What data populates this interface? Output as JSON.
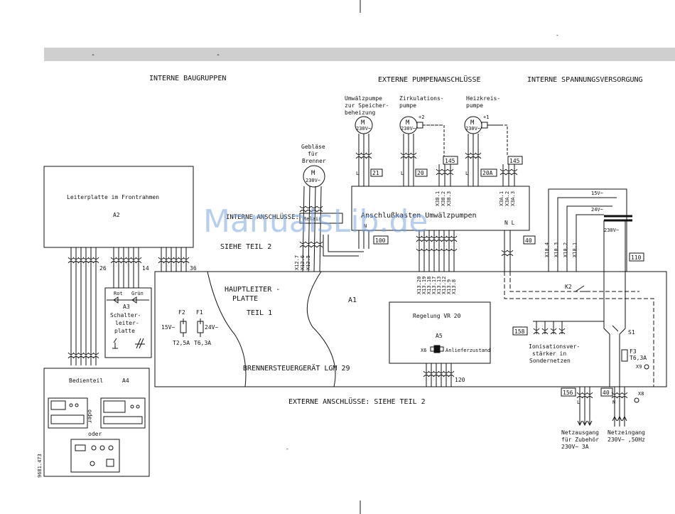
{
  "header_marks": [
    "-",
    "-"
  ],
  "top_marks": [
    "-"
  ],
  "sections": {
    "internal_groups": "INTERNE BAUGRUPPEN",
    "external_pumps": "EXTERNE PUMPENANSCHLÜSSE",
    "internal_power": "INTERNE SPANNUNGSVERSORGUNG",
    "external_connections": "EXTERNE ANSCHLÜSSE:  SIEHE TEIL 2",
    "internal_connections": "INTERNE ANSCHLÜSSE:",
    "see_part2": "SIEHE TEIL 2"
  },
  "boards": {
    "a2_title": "Leiterplatte im Frontrahmen",
    "a2_id": "A2",
    "a1_id": "A1",
    "main_board": [
      "HAUPTLEITER -",
      "PLATTE"
    ],
    "part1": "TEIL 1",
    "burner_controller": "BRENNERSTEUERGERÄT  LGM 29",
    "a3_id": "A3",
    "a3_leds": [
      "Rot",
      "Grün"
    ],
    "a3_label": [
      "Schalter-",
      "leiter-",
      "platte"
    ],
    "a4_title": "Bedienteil",
    "a4_id": "A4",
    "oder": "oder",
    "vr20_title": "Regelung VR 20",
    "a5_id": "A5",
    "x6_label": "X6",
    "x6_note": "Anlieferzustand",
    "pumpbox_title": "Anschlußkasten Umwälzpumpen",
    "relais": "Relais"
  },
  "pumps": [
    {
      "label": [
        "Umwälzpumpe",
        "zur Speicher-",
        "beheizung"
      ],
      "voltage": "230V~",
      "symbol": "M",
      "terminal": "21",
      "plus": ""
    },
    {
      "label": [
        "Zirkulations-",
        "pumpe"
      ],
      "voltage": "230V~",
      "symbol": "M",
      "terminal": "20",
      "plus": "+2"
    },
    {
      "label": [
        "Heizkreis-",
        "pumpe"
      ],
      "voltage": "230V~",
      "symbol": "M",
      "terminal": "20A",
      "plus": "+1"
    }
  ],
  "blower": {
    "label": [
      "Gebläse",
      "für",
      "Brenner"
    ],
    "voltage": "230V~",
    "symbol": "M"
  },
  "terminals": {
    "t145a": "145",
    "t145b": "145",
    "t100": "100",
    "t40a": "40",
    "t110": "110",
    "t158": "158",
    "t156": "156",
    "t40b": "40",
    "n26": "26",
    "n14": "14",
    "n36": "36",
    "n120": "120",
    "le": "L",
    "n": "N",
    "nl": "N L"
  },
  "connectors": {
    "x38": [
      "X38.1",
      "X38.2",
      "X38.3"
    ],
    "x3a": [
      "X3A.1",
      "X3A.2",
      "X3A.3"
    ],
    "x10": [
      "X10.4",
      "X10.3",
      "X10.2",
      "X10.1"
    ],
    "x12": [
      "X12.7",
      "X12.6",
      "X12.5"
    ],
    "x13": [
      "X13.20",
      "X13.19",
      "X13.18",
      "X13.17",
      "X13.13",
      "X13.12",
      "X13.9",
      "X13.8"
    ],
    "x9": "X9",
    "x8": "X8"
  },
  "fuses": {
    "f1": "F1",
    "f1_rating": "T6,3A",
    "f1_volt": "24V~",
    "f2": "F2",
    "f2_rating": "T2,5A",
    "f2_volt": "15V~",
    "f3": "F3",
    "f3_rating": "T6,3A"
  },
  "transformer": {
    "v15": "15V~",
    "v24": "24V~",
    "v230": "230V~"
  },
  "relay_k2": "K2",
  "switch_s1": "S1",
  "ionization": [
    "Ionisationsver-",
    "stärker in",
    "Sondernetzen"
  ],
  "outputs": {
    "out_label": [
      "Netzausgang",
      "für Zubehör",
      "230V~ 3A"
    ],
    "in_label": [
      "Netzeingang",
      "230V~ ,50Hz"
    ]
  },
  "figure_code": "9681.473",
  "watermark": "ManualsLib.de"
}
